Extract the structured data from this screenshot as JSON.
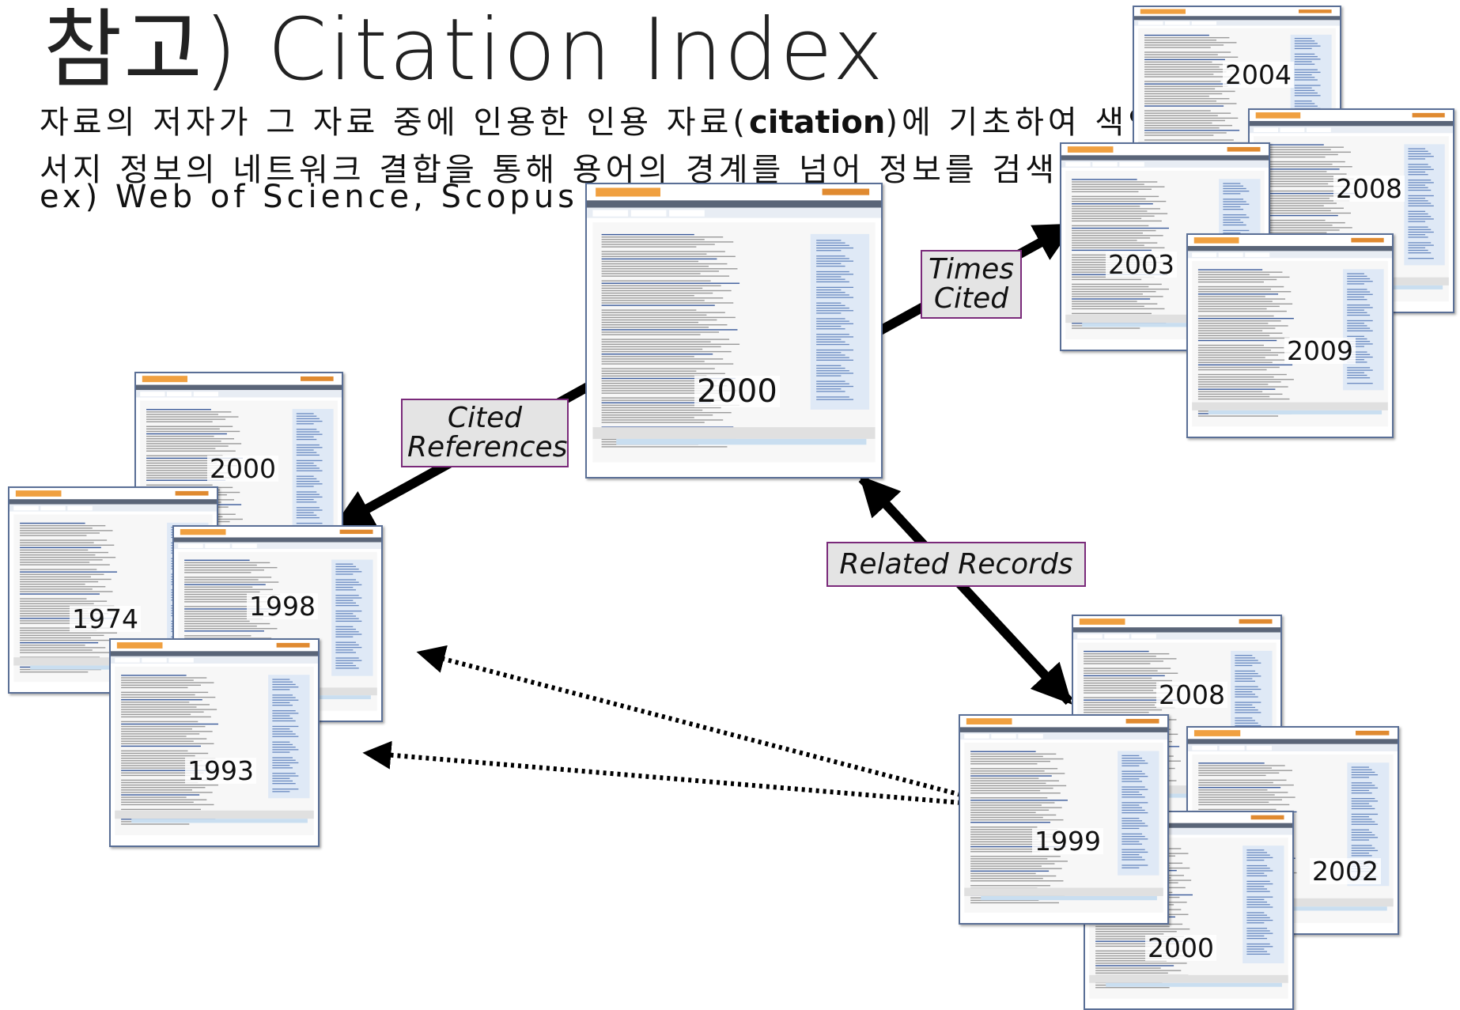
{
  "title": "참고) Citation Index",
  "description": {
    "line1_pre": "자료의 저자가 그 자료 중에 인용한 인용 자료(",
    "line1_bold": "citation",
    "line1_post": ")에 기초하여 색인",
    "line2": "서지 정보의 네트워크 결합을 통해 용어의 경계를 넘어 정보를 검색",
    "line3": "ex) Web of Science, Scopus"
  },
  "center_year": "2000",
  "times_cited": {
    "label_line1": "Times",
    "label_line2": "Cited",
    "years": [
      "2004",
      "2008",
      "2003",
      "2009"
    ]
  },
  "cited_references": {
    "label_line1": "Cited",
    "label_line2": "References",
    "years": [
      "2000",
      "1974",
      "1998",
      "1993"
    ]
  },
  "related_records": {
    "label": "Related Records",
    "years": [
      "2008",
      "1999",
      "2002",
      "2000"
    ]
  },
  "colors": {
    "frame": "#5a6f96",
    "label_border": "#7a2a7a",
    "label_fill": "#e4e4e4",
    "arrow": "#000000"
  }
}
